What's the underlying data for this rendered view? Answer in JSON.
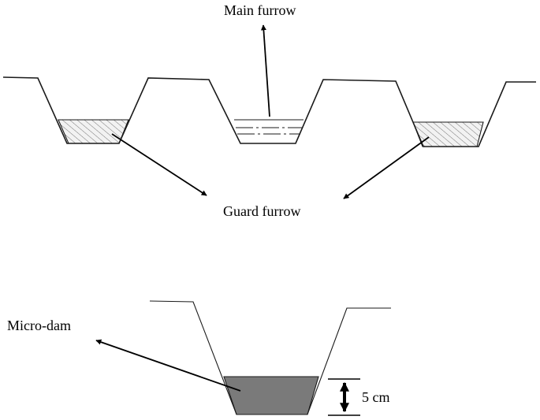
{
  "labels": {
    "main_furrow": "Main furrow",
    "guard_furrow": "Guard furrow",
    "micro_dam": "Micro-dam",
    "dam_height": "5 cm"
  },
  "colors": {
    "outline": "#1a1a1a",
    "hatch_fill": "#f2f2f2",
    "micro_dam_fill": "#7a7a7a",
    "background": "#ffffff"
  }
}
